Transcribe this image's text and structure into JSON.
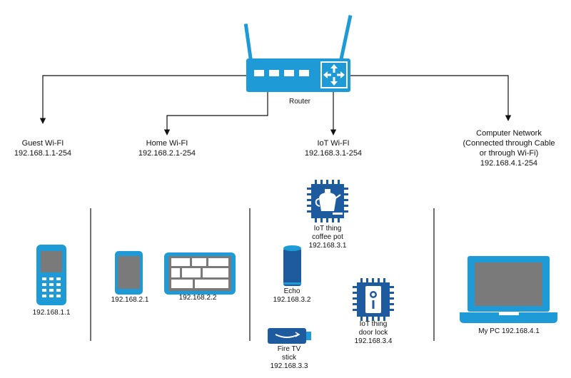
{
  "router": {
    "label": "Router"
  },
  "networks": {
    "guest": {
      "name": "Guest Wi-FI",
      "range": "192.168.1.1-254"
    },
    "home": {
      "name": "Home Wi-FI",
      "range": "192.168.2.1-254"
    },
    "iot": {
      "name": "IoT Wi-FI",
      "range": "192.168.3.1-254"
    },
    "computer": {
      "line1": "Computer Network",
      "line2": "(Connected through Cable",
      "line3": "or through Wi-Fi)",
      "range": "192.168.4.1-254"
    }
  },
  "devices": {
    "phone": {
      "ip": "192.168.1.1"
    },
    "small_tablet": {
      "ip": "192.168.2.1"
    },
    "large_tablet": {
      "ip": "192.168.2.2"
    },
    "coffee_pot": {
      "line1": "IoT thing",
      "line2": "coffee pot",
      "ip": "192.168.3.1"
    },
    "echo": {
      "name": "Echo",
      "ip": "192.168.3.2"
    },
    "fire_tv": {
      "line1": "Fire TV",
      "line2": "stick",
      "ip": "192.168.3.3"
    },
    "door_lock": {
      "line1": "IoT thing",
      "line2": "door lock",
      "ip": "192.168.3.4"
    },
    "pc": {
      "label": "My PC 192.168.4.1"
    }
  },
  "colors": {
    "blue": "#1e9bd7",
    "dark_blue": "#1d5a9e",
    "gray": "#7a7a7a",
    "line": "#111111"
  }
}
